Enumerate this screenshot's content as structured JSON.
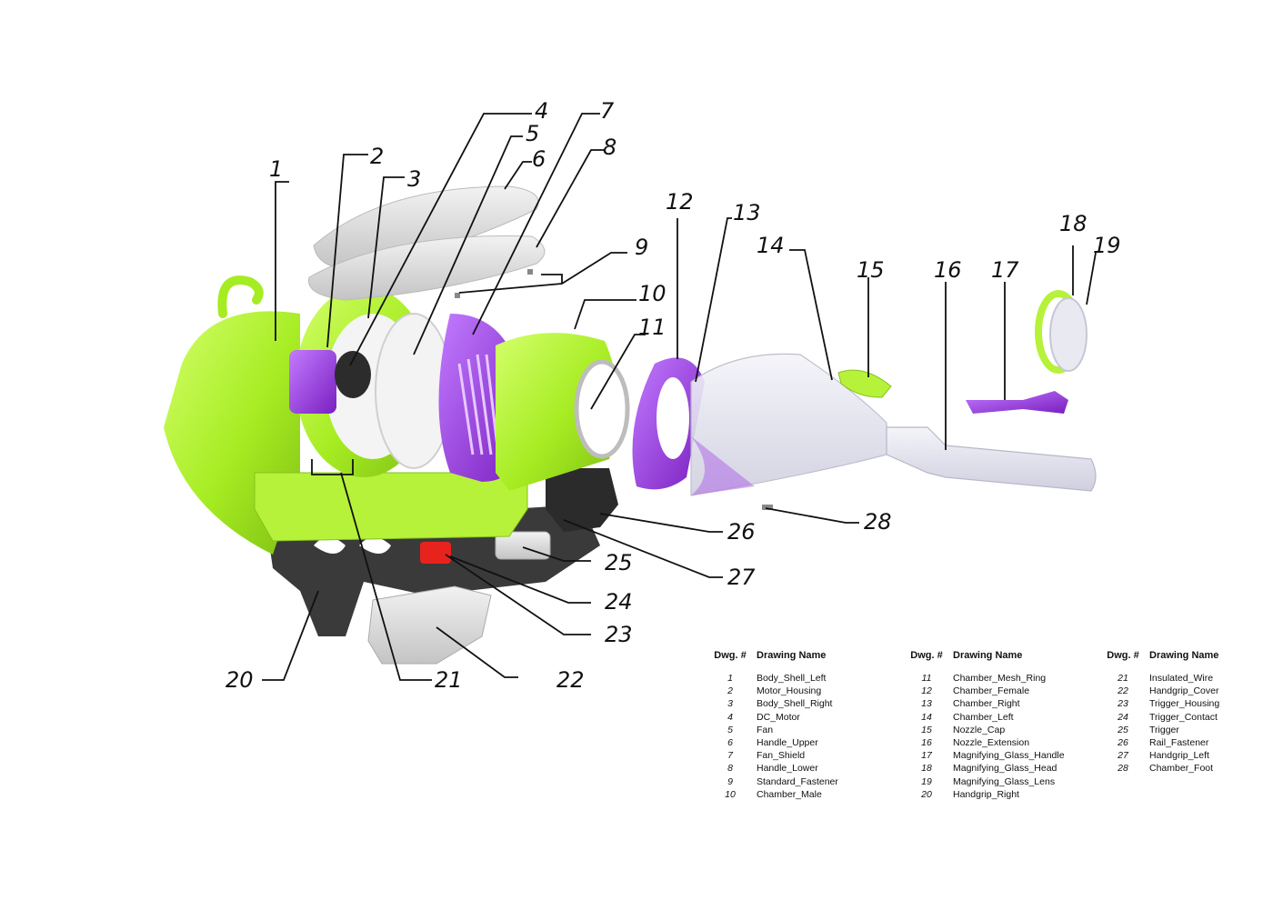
{
  "callouts": [
    "1",
    "2",
    "3",
    "4",
    "5",
    "6",
    "7",
    "8",
    "9",
    "10",
    "11",
    "12",
    "13",
    "14",
    "15",
    "16",
    "17",
    "18",
    "19",
    "20",
    "21",
    "22",
    "23",
    "24",
    "25",
    "26",
    "27",
    "28"
  ],
  "table_headers": {
    "number": "Dwg. #",
    "name": "Drawing Name"
  },
  "parts": [
    {
      "number": "1",
      "name": "Body_Shell_Left"
    },
    {
      "number": "2",
      "name": "Motor_Housing"
    },
    {
      "number": "3",
      "name": "Body_Shell_Right"
    },
    {
      "number": "4",
      "name": "DC_Motor"
    },
    {
      "number": "5",
      "name": "Fan"
    },
    {
      "number": "6",
      "name": "Handle_Upper"
    },
    {
      "number": "7",
      "name": "Fan_Shield"
    },
    {
      "number": "8",
      "name": "Handle_Lower"
    },
    {
      "number": "9",
      "name": "Standard_Fastener"
    },
    {
      "number": "10",
      "name": "Chamber_Male"
    },
    {
      "number": "11",
      "name": "Chamber_Mesh_Ring"
    },
    {
      "number": "12",
      "name": "Chamber_Female"
    },
    {
      "number": "13",
      "name": "Chamber_Right"
    },
    {
      "number": "14",
      "name": "Chamber_Left"
    },
    {
      "number": "15",
      "name": "Nozzle_Cap"
    },
    {
      "number": "16",
      "name": "Nozzle_Extension"
    },
    {
      "number": "17",
      "name": "Magnifying_Glass_Handle"
    },
    {
      "number": "18",
      "name": "Magnifying_Glass_Head"
    },
    {
      "number": "19",
      "name": "Magnifying_Glass_Lens"
    },
    {
      "number": "20",
      "name": "Handgrip_Right"
    },
    {
      "number": "21",
      "name": "Insulated_Wire"
    },
    {
      "number": "22",
      "name": "Handgrip_Cover"
    },
    {
      "number": "23",
      "name": "Trigger_Housing"
    },
    {
      "number": "24",
      "name": "Trigger_Contact"
    },
    {
      "number": "25",
      "name": "Trigger"
    },
    {
      "number": "26",
      "name": "Rail_Fastener"
    },
    {
      "number": "27",
      "name": "Handgrip_Left"
    },
    {
      "number": "28",
      "name": "Chamber_Foot"
    }
  ],
  "colors": {
    "lime": "#aef02e",
    "lime_dark": "#86c21c",
    "purple": "#a03ae8",
    "purple_dark": "#7a1fc0",
    "grip": "#3b3b3b",
    "trigger": "#e8231d",
    "clear": "#dcdcea",
    "light_grey": "#d8d8d8"
  }
}
